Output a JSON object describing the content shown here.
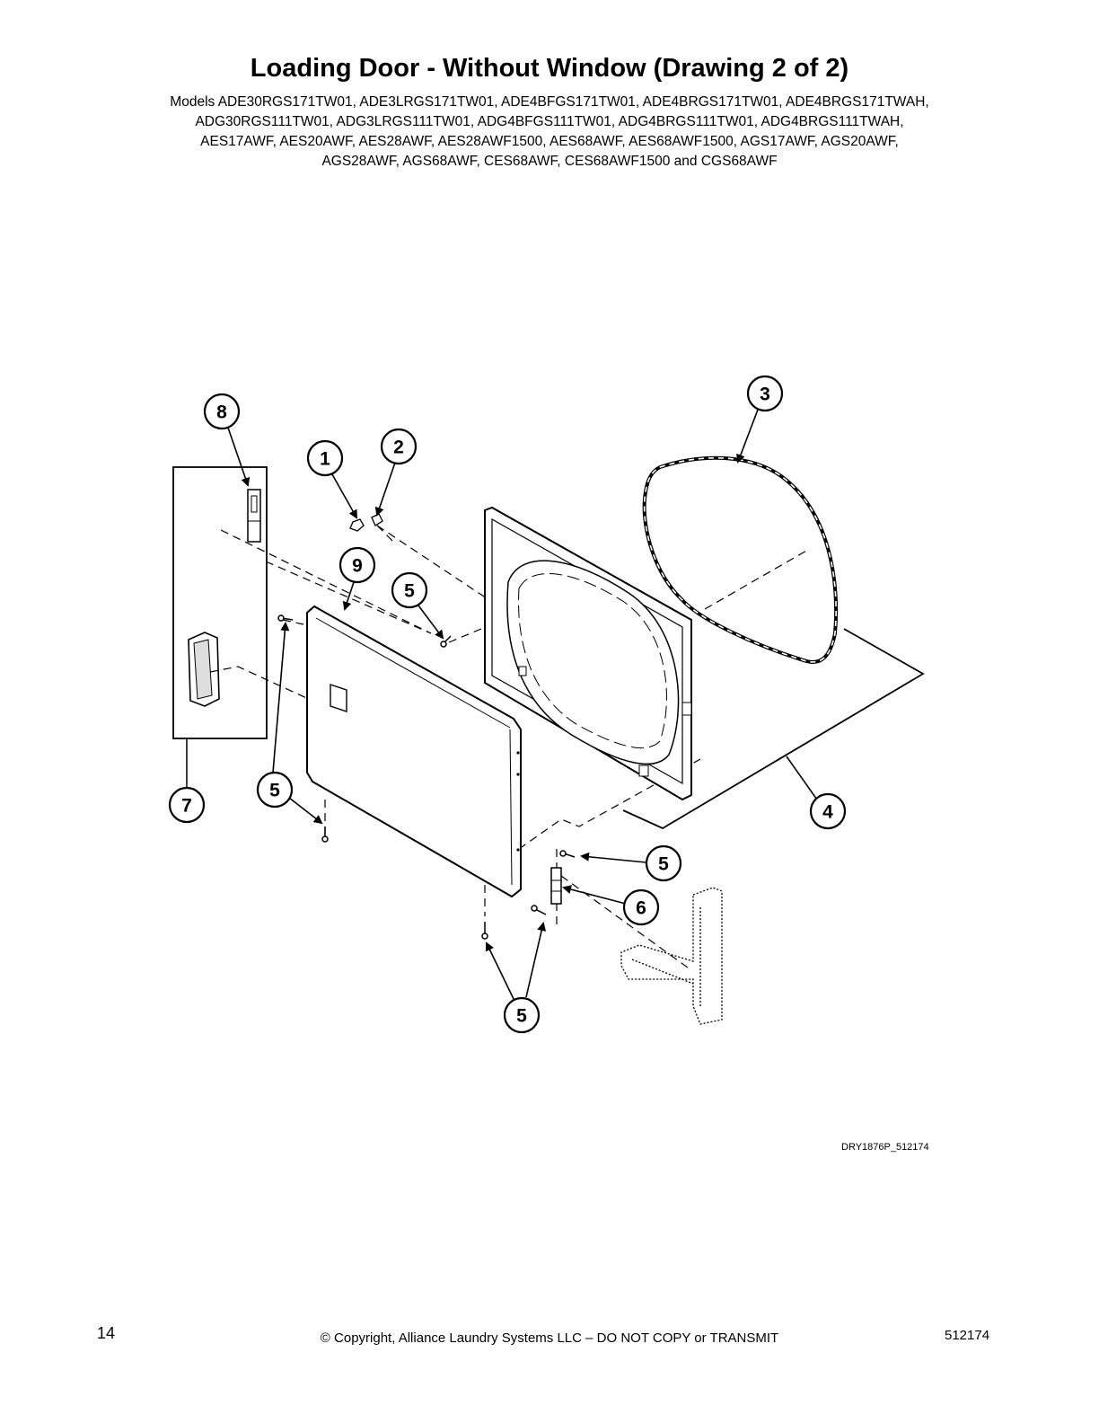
{
  "page": {
    "title": "Loading Door - Without Window (Drawing 2 of 2)",
    "models_lines": [
      "Models ADE30RGS171TW01, ADE3LRGS171TW01, ADE4BFGS171TW01, ADE4BRGS171TW01, ADE4BRGS171TWAH,",
      "ADG30RGS111TW01, ADG3LRGS111TW01, ADG4BFGS111TW01, ADG4BRGS111TW01, ADG4BRGS111TWAH,",
      "AES17AWF, AES20AWF, AES28AWF, AES28AWF1500, AES68AWF, AES68AWF1500, AGS17AWF, AGS20AWF,",
      "AGS28AWF, AGS68AWF, CES68AWF, CES68AWF1500 and CGS68AWF"
    ],
    "drawing_id": "DRY1876P_512174",
    "page_number": "14",
    "copyright": "© Copyright, Alliance Laundry Systems LLC – DO NOT COPY or TRANSMIT",
    "document_number": "512174"
  },
  "callouts": [
    {
      "id": "callout-8",
      "label": "8"
    },
    {
      "id": "callout-1",
      "label": "1"
    },
    {
      "id": "callout-2",
      "label": "2"
    },
    {
      "id": "callout-3",
      "label": "3"
    },
    {
      "id": "callout-9",
      "label": "9"
    },
    {
      "id": "callout-5a",
      "label": "5"
    },
    {
      "id": "callout-7",
      "label": "7"
    },
    {
      "id": "callout-5b",
      "label": "5"
    },
    {
      "id": "callout-4",
      "label": "4"
    },
    {
      "id": "callout-5c",
      "label": "5"
    },
    {
      "id": "callout-6",
      "label": "6"
    },
    {
      "id": "callout-5d",
      "label": "5"
    }
  ]
}
